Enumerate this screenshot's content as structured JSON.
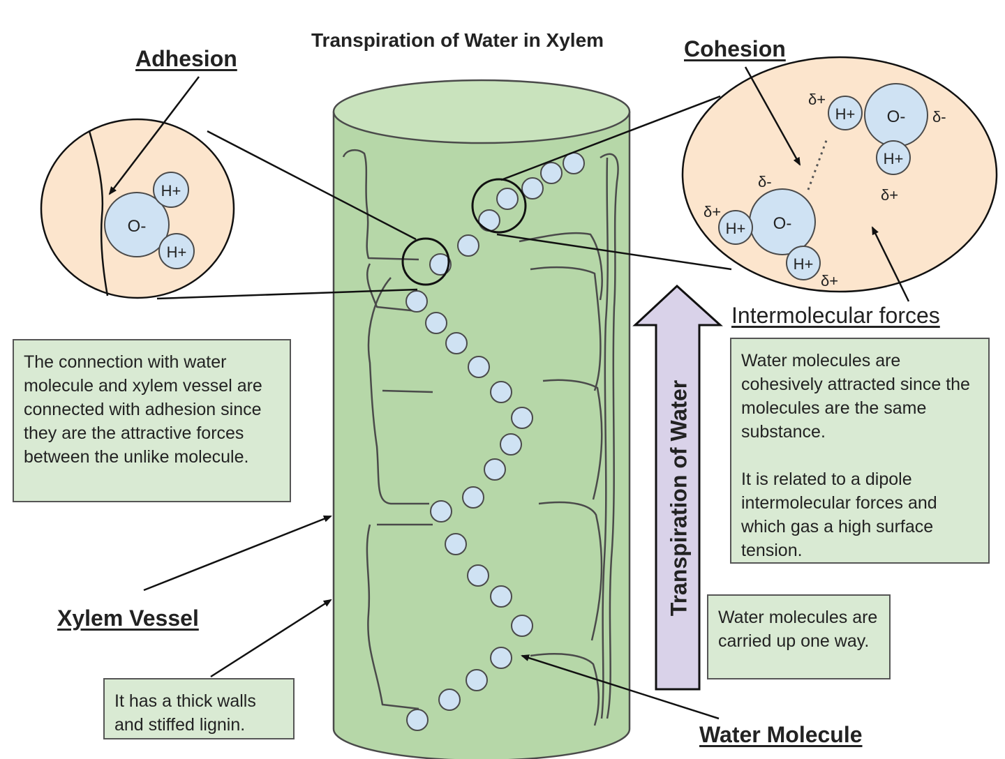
{
  "title": "Transpiration of Water in Xylem",
  "headings": {
    "adhesion": "Adhesion",
    "cohesion": "Cohesion",
    "xylem_vessel": "Xylem Vessel",
    "water_molecule": "Water Molecule",
    "intermolecular_forces": "Intermolecular forces"
  },
  "arrow_label": "Transpiration of Water",
  "notes": {
    "adhesion": "The connection with water molecule and xylem vessel are connected with adhesion since they are the attractive forces between the unlike molecule.",
    "cohesion_1": "Water molecules are cohesively attracted since the molecules are the same substance.",
    "cohesion_2": "It is related to a dipole intermolecular forces and which gas a high surface tension.",
    "xylem_walls": "It has a thick walls and stiffed lignin.",
    "one_way": "Water molecules are carried up one way."
  },
  "atoms": {
    "oxygen": "O-",
    "hydrogen": "H+",
    "delta_positive": "δ+",
    "delta_negative": "δ-"
  },
  "colors": {
    "vessel_fill": "#b6d7a8",
    "vessel_top": "#c9e3bd",
    "vessel_stroke": "#4a4a4a",
    "molecule_fill": "#cfe2f3",
    "zoom_fill": "#fce5cd",
    "note_fill": "#d9ead3",
    "arrow_fill": "#d9d2e9",
    "ink": "#222222"
  }
}
